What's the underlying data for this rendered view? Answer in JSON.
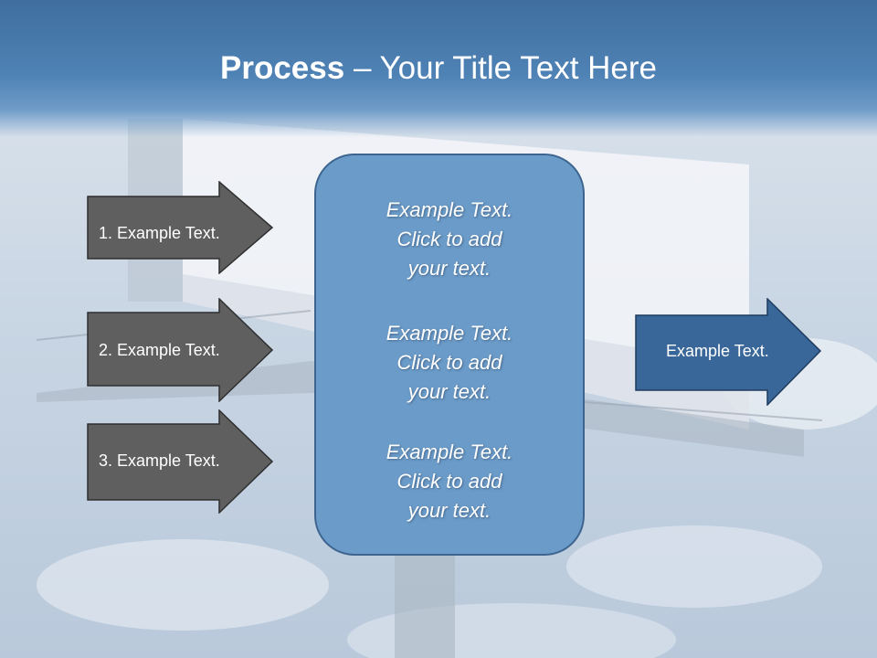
{
  "title": {
    "bold": "Process",
    "rest": " – Your Title Text Here"
  },
  "left_arrows": [
    {
      "label": "1. Example Text."
    },
    {
      "label": "2. Example Text."
    },
    {
      "label": "3. Example Text."
    }
  ],
  "center_box": {
    "paragraphs": [
      {
        "line1": "Example Text.",
        "line2": "Click  to add",
        "line3": "your text."
      },
      {
        "line1": "Example Text.",
        "line2": "Click  to add",
        "line3": "your text."
      },
      {
        "line1": "Example Text.",
        "line2": "Click  to add",
        "line3": "your text."
      }
    ]
  },
  "right_arrow": {
    "label": "Example Text."
  },
  "colors": {
    "header": "#4f82b5",
    "left_arrow_fill": "#5f5f5f",
    "center_box_fill": "#6b9bc8",
    "right_arrow_fill": "#3a6799"
  }
}
